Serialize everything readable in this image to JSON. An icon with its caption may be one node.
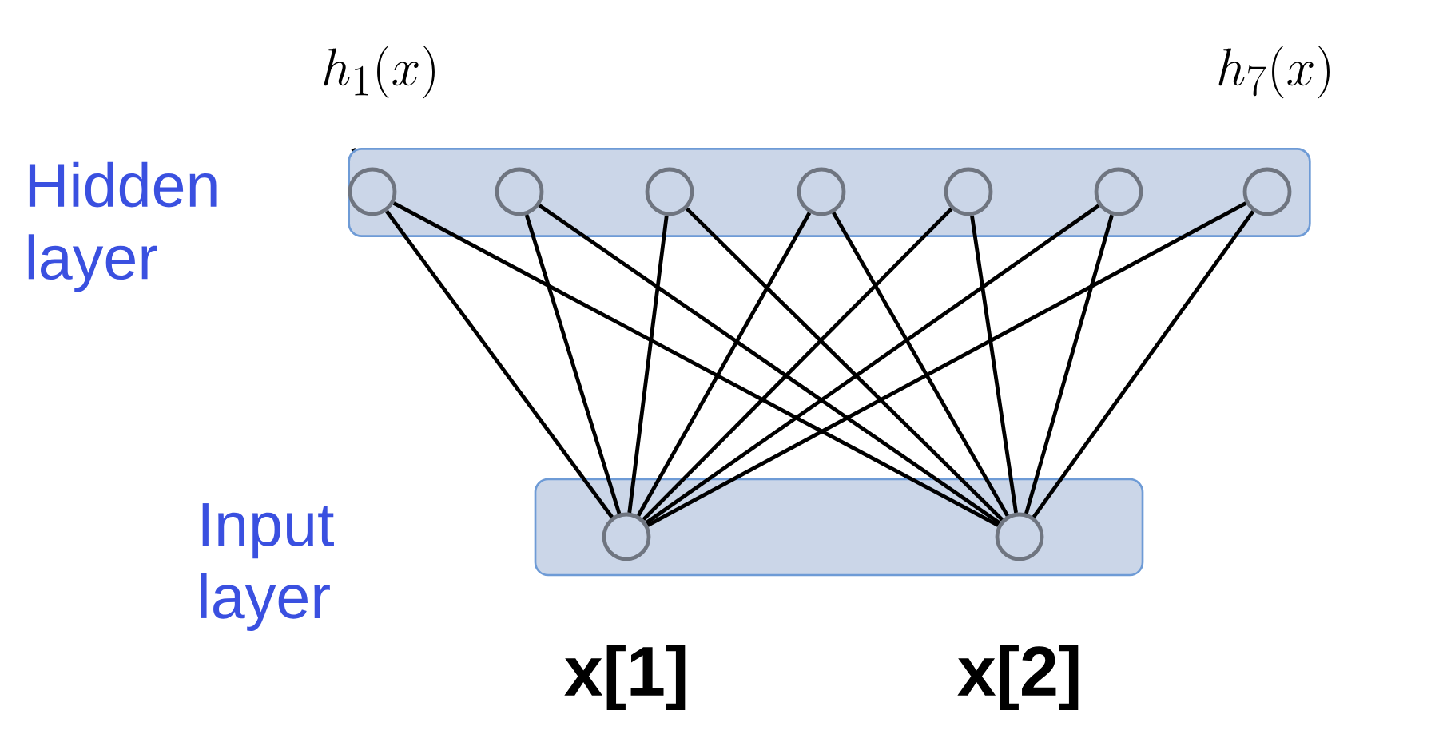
{
  "diagram": {
    "nodes": [
      {
        "text": [
          "Hidden layer"
        ]
      },
      {
        "text": [],
        "shape": "circle",
        "in": 0,
        "beside": [
          "h_1(x)"
        ]
      },
      {
        "text": [],
        "shape": "circle",
        "in": 0
      },
      {
        "text": [],
        "shape": "circle",
        "in": 0
      },
      {
        "text": [],
        "shape": "circle",
        "in": 0
      },
      {
        "text": [],
        "shape": "circle",
        "in": 0
      },
      {
        "text": [],
        "shape": "circle",
        "in": 0
      },
      {
        "text": [],
        "shape": "circle",
        "in": 0,
        "beside": [
          "h_7(x)"
        ]
      },
      {
        "text": [
          "Input layer"
        ]
      },
      {
        "text": [],
        "shape": "circle",
        "in": 8,
        "beside": [
          "x[1]"
        ]
      },
      {
        "text": [],
        "shape": "circle",
        "in": 8,
        "beside": [
          "x[2]"
        ]
      }
    ],
    "edges": [
      {
        "from": 9,
        "to": 1,
        "arrow": "none"
      },
      {
        "from": 9,
        "to": 2,
        "arrow": "none"
      },
      {
        "from": 9,
        "to": 3,
        "arrow": "none"
      },
      {
        "from": 9,
        "to": 4,
        "arrow": "none"
      },
      {
        "from": 9,
        "to": 5,
        "arrow": "none"
      },
      {
        "from": 9,
        "to": 6,
        "arrow": "none"
      },
      {
        "from": 9,
        "to": 7,
        "arrow": "none"
      },
      {
        "from": 10,
        "to": 1,
        "arrow": "none"
      },
      {
        "from": 10,
        "to": 2,
        "arrow": "none"
      },
      {
        "from": 10,
        "to": 3,
        "arrow": "none"
      },
      {
        "from": 10,
        "to": 4,
        "arrow": "none"
      },
      {
        "from": 10,
        "to": 5,
        "arrow": "none"
      },
      {
        "from": 10,
        "to": 6,
        "arrow": "none"
      },
      {
        "from": 10,
        "to": 7,
        "arrow": "none"
      }
    ]
  }
}
